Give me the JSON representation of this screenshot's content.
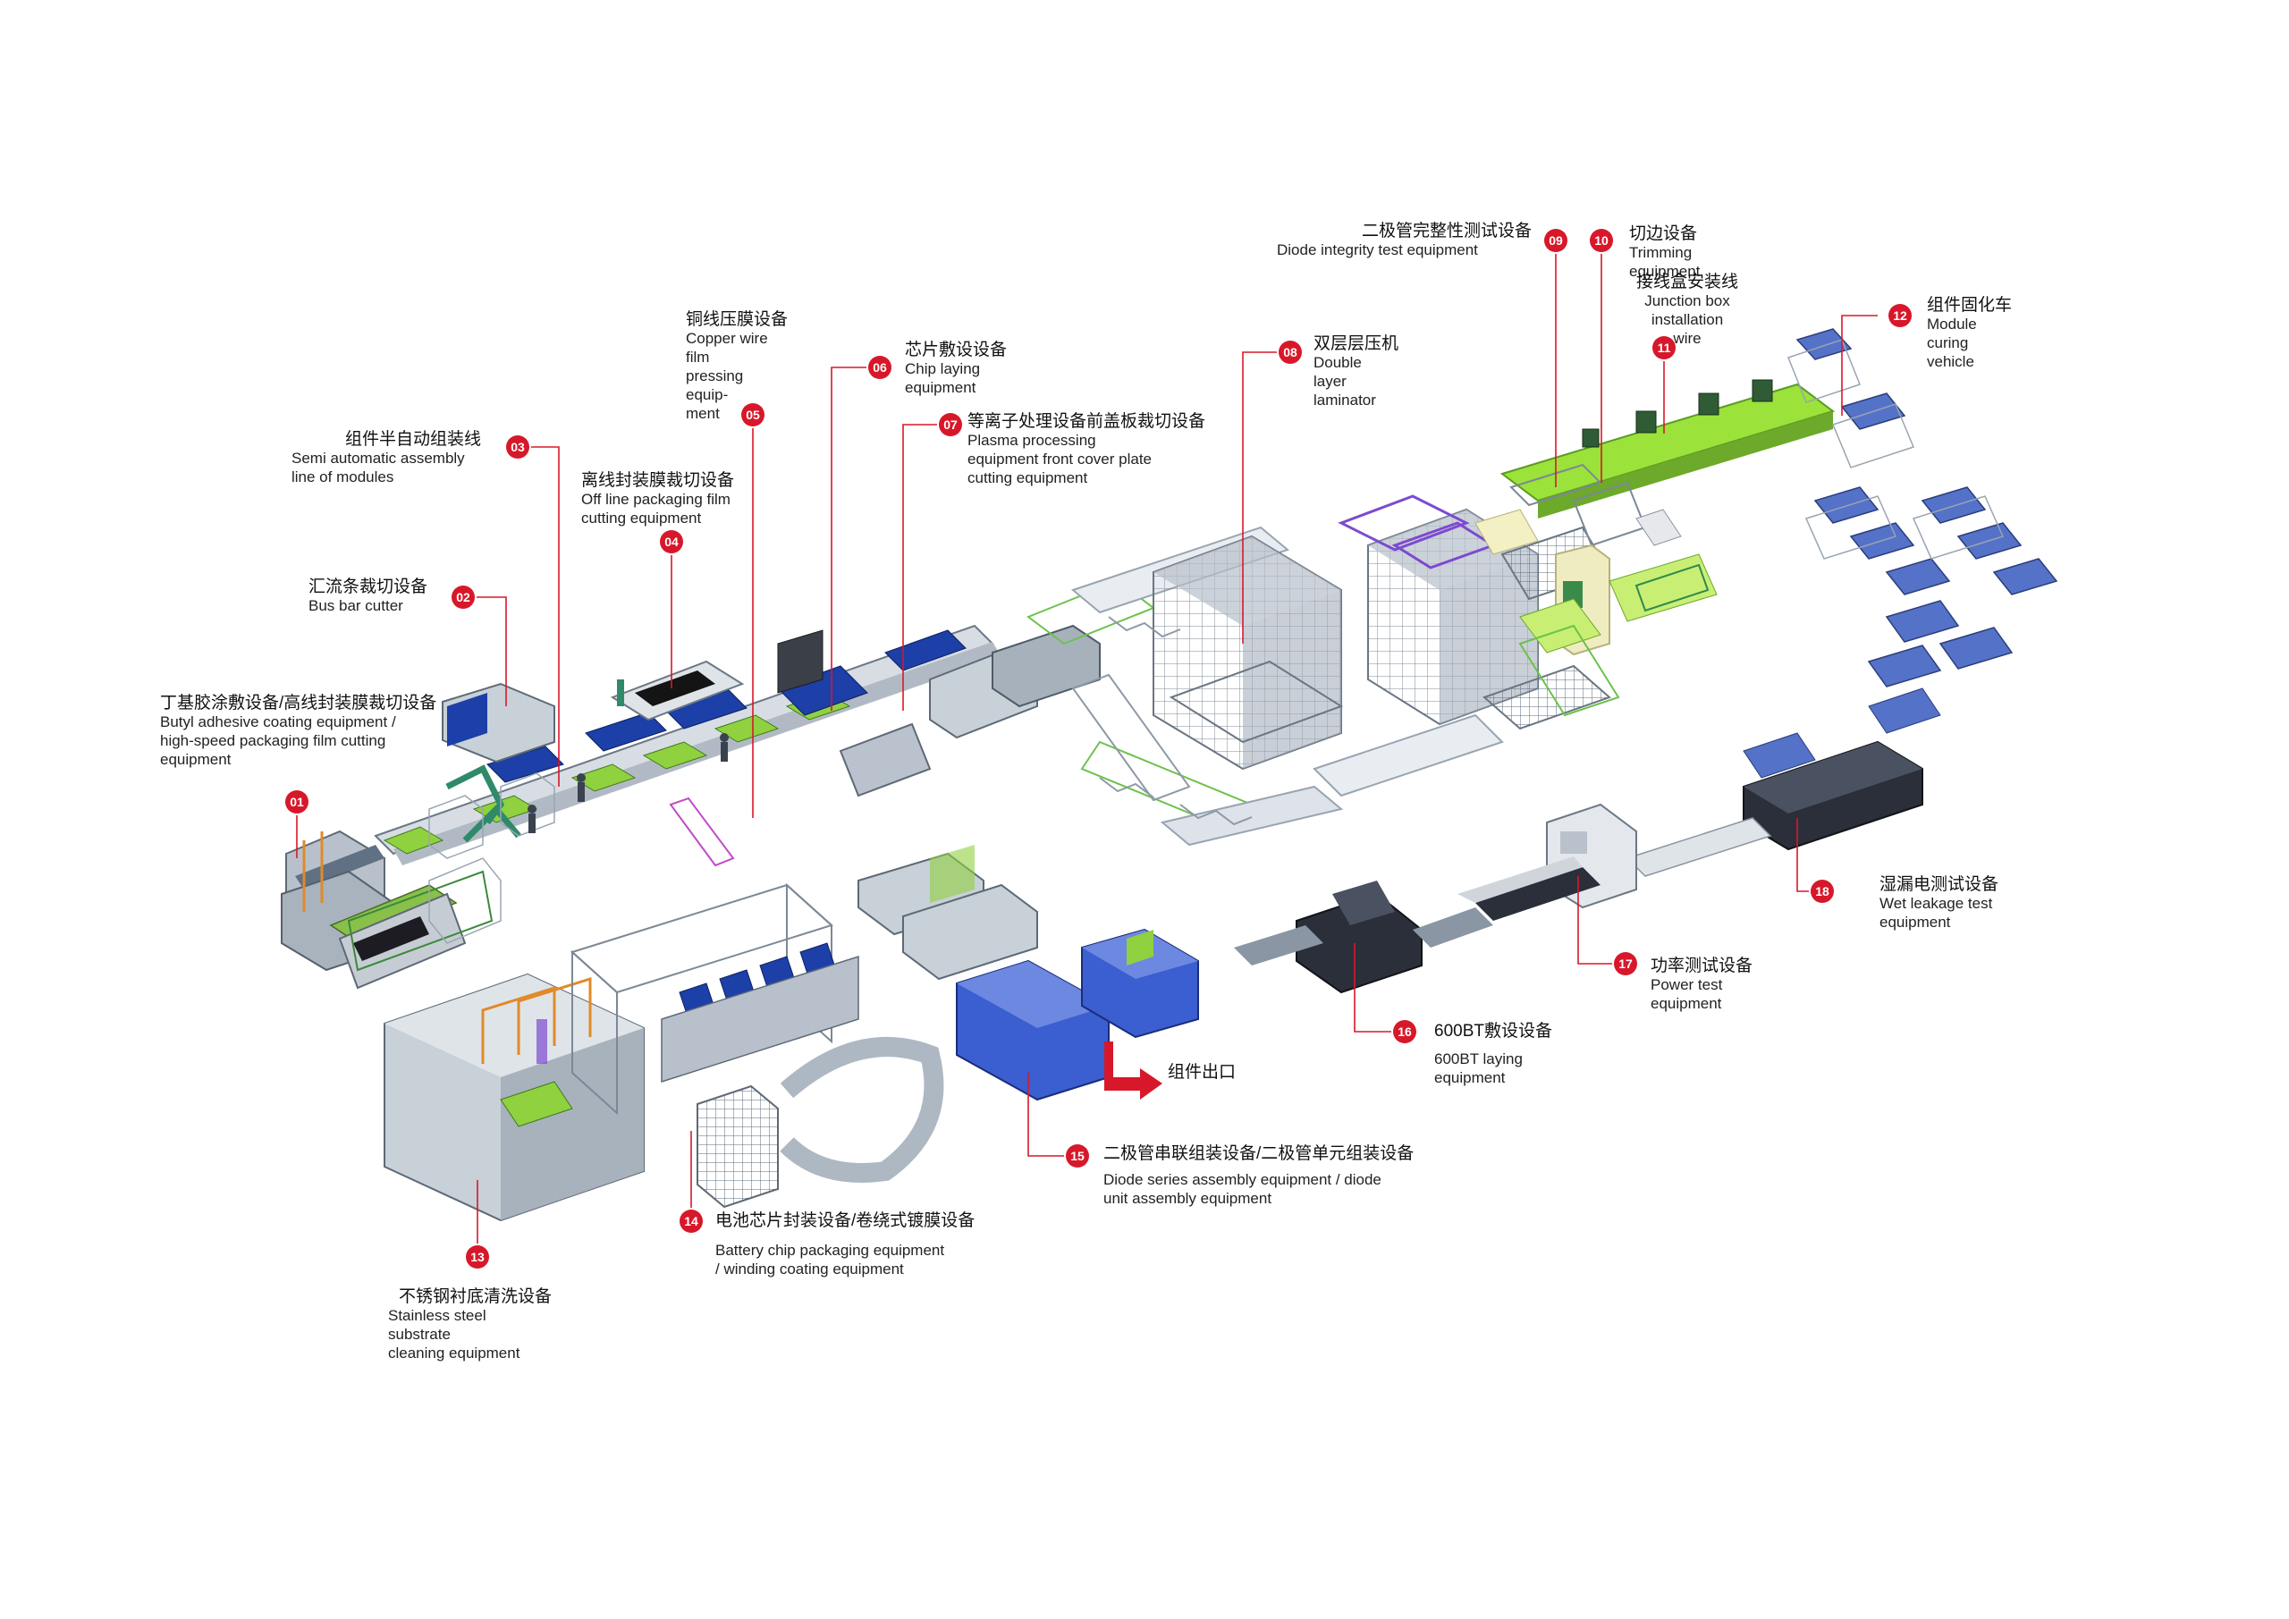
{
  "labels": [
    {
      "num": "01",
      "zh": "丁基胶涂敷设备/高线封装膜裁切设备",
      "en": "Butyl adhesive coating equipment /\nhigh-speed packaging film cutting\nequipment"
    },
    {
      "num": "02",
      "zh": "汇流条裁切设备",
      "en": "Bus bar cutter"
    },
    {
      "num": "03",
      "zh": "组件半自动组装线",
      "en": "Semi automatic assembly\nline of modules"
    },
    {
      "num": "04",
      "zh": "离线封装膜裁切设备",
      "en": "Off line packaging film\ncutting equipment"
    },
    {
      "num": "05",
      "zh": "铜线压膜设备",
      "en": "Copper wire film\npressing equip-\nment"
    },
    {
      "num": "06",
      "zh": "芯片敷设设备",
      "en": "Chip laying equipment"
    },
    {
      "num": "07",
      "zh": "等离子处理设备前盖板裁切设备",
      "en": "Plasma processing\nequipment front cover plate\ncutting equipment"
    },
    {
      "num": "08",
      "zh": "双层层压机",
      "en": "Double layer laminator"
    },
    {
      "num": "09",
      "zh": "二极管完整性测试设备",
      "en": "Diode integrity test equipment"
    },
    {
      "num": "10",
      "zh": "切边设备",
      "en": "Trimming equipment"
    },
    {
      "num": "11",
      "zh": "接线盒安装线",
      "en": "Junction box\ninstallation wire"
    },
    {
      "num": "12",
      "zh": "组件固化车",
      "en": "Module curing vehicle"
    },
    {
      "num": "13",
      "zh": "不锈钢衬底清洗设备",
      "en": "Stainless steel substrate\ncleaning equipment"
    },
    {
      "num": "14",
      "zh": "电池芯片封装设备/卷绕式镀膜设备",
      "en": "Battery chip packaging equipment\n/ winding coating equipment"
    },
    {
      "num": "15",
      "zh": "二极管串联组装设备/二极管单元组装设备",
      "en": "Diode series assembly equipment / diode\nunit assembly equipment"
    },
    {
      "num": "16",
      "zh": "600BT敷设设备",
      "en": "600BT laying equipment"
    },
    {
      "num": "17",
      "zh": "功率测试设备",
      "en": "Power test equipment"
    },
    {
      "num": "18",
      "zh": "湿漏电测试设备",
      "en": "Wet leakage test equipment"
    }
  ],
  "exit_label": "组件出口",
  "colors": {
    "marker": "#d7182a",
    "lime": "#9be23a",
    "blue": "#1d3fa8",
    "steel": "#9aa6b4",
    "dark": "#2b2f3a"
  }
}
